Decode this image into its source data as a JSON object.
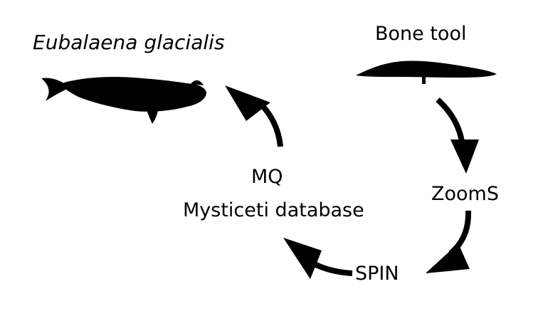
{
  "labels": {
    "species": "Eubalaena glacialis",
    "tool": "Bone tool",
    "step1": "ZoomS",
    "step2": "SPIN",
    "db_line1": "MQ",
    "db_line2": "Mysticeti database"
  },
  "icons": [
    "whale-silhouette-icon",
    "bone-tool-icon"
  ],
  "colors": {
    "ink": "#000000",
    "background": "#ffffff"
  }
}
